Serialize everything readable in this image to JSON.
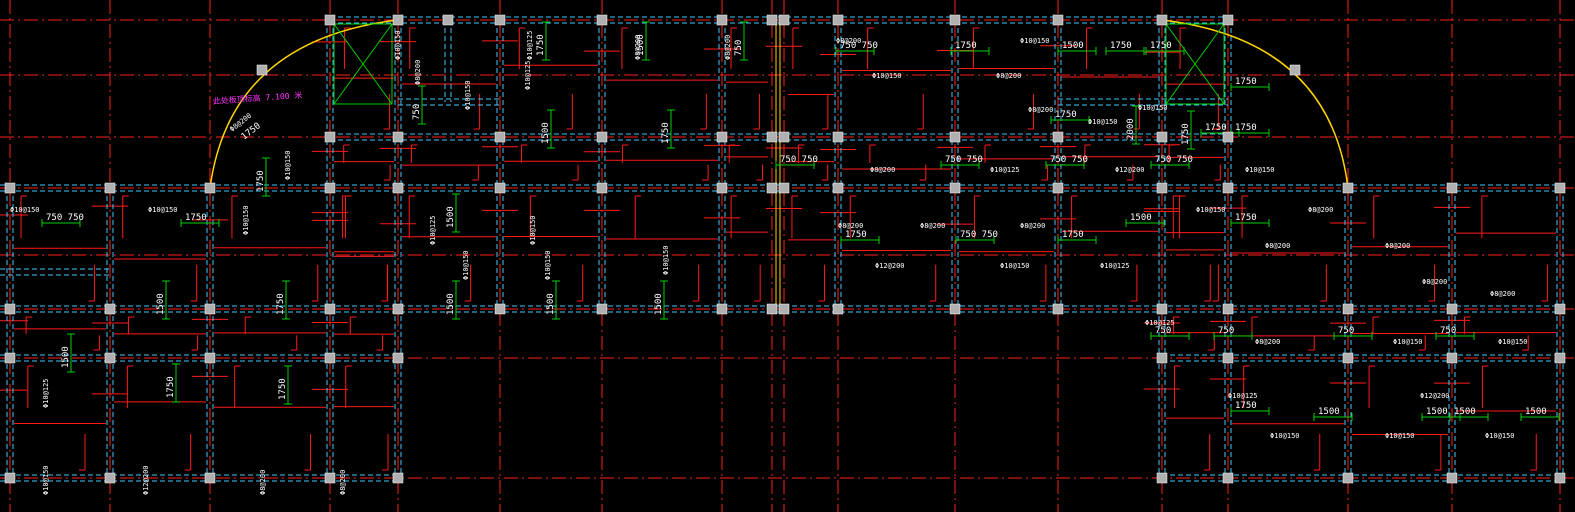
{
  "colors": {
    "background": "#000000",
    "axis": "#ff2020",
    "beam": "#40c8ff",
    "rebar": "#ff1a1a",
    "dim": "#00d000",
    "column": "#b0b0b0",
    "arc": "#ffd400",
    "label": "#ffffff",
    "note": "#ff33ff"
  },
  "note": {
    "text": "此处板顶标高 7.100 米",
    "rebar": "Φ8@200",
    "dim": "1750"
  },
  "dim_labels": [
    "1750",
    "1500",
    "750",
    "750 750",
    "1750",
    "1500",
    "1750",
    "1750",
    "750",
    "1500",
    "1750",
    "1750",
    "750 750",
    "750 750",
    "750 750",
    "750 750",
    "750 750",
    "1750",
    "1750",
    "1500",
    "1500",
    "750 750",
    "1750",
    "1750",
    "1500",
    "1500",
    "1500",
    "1500",
    "1500",
    "1750",
    "1750",
    "1750",
    "1750",
    "1500",
    "1500",
    "1500",
    "1500",
    "1750",
    "1750",
    "2000",
    "1750",
    "1750",
    "1750",
    "750",
    "750",
    "750",
    "750"
  ],
  "rebar_labels": [
    "Φ10@150",
    "Φ10@125",
    "Φ8@200",
    "Φ8@200",
    "Φ8@200",
    "Φ10@150",
    "Φ10@150",
    "Φ10@125",
    "Φ8@200",
    "Φ10@150",
    "Φ8@200",
    "Φ8@200",
    "Φ10@150",
    "Φ10@150",
    "Φ10@150",
    "Φ10@150",
    "Φ8@200",
    "Φ10@125",
    "Φ12@200",
    "Φ10@150",
    "Φ10@150",
    "Φ10@150",
    "Φ10@150",
    "Φ8@200",
    "Φ8@200",
    "Φ8@200",
    "Φ8@200",
    "Φ10@125",
    "Φ10@150",
    "Φ10@150",
    "Φ12@200",
    "Φ10@150",
    "Φ10@125",
    "Φ8@200",
    "Φ8@200",
    "Φ10@150",
    "Φ10@150",
    "Φ8@200",
    "Φ8@200",
    "Φ10@125",
    "Φ8@200",
    "Φ10@150",
    "Φ10@150",
    "Φ10@125",
    "Φ12@200",
    "Φ10@150",
    "Φ10@150",
    "Φ10@150",
    "Φ10@150",
    "Φ12@200",
    "Φ8@200",
    "Φ8@200",
    "Φ10@125"
  ]
}
